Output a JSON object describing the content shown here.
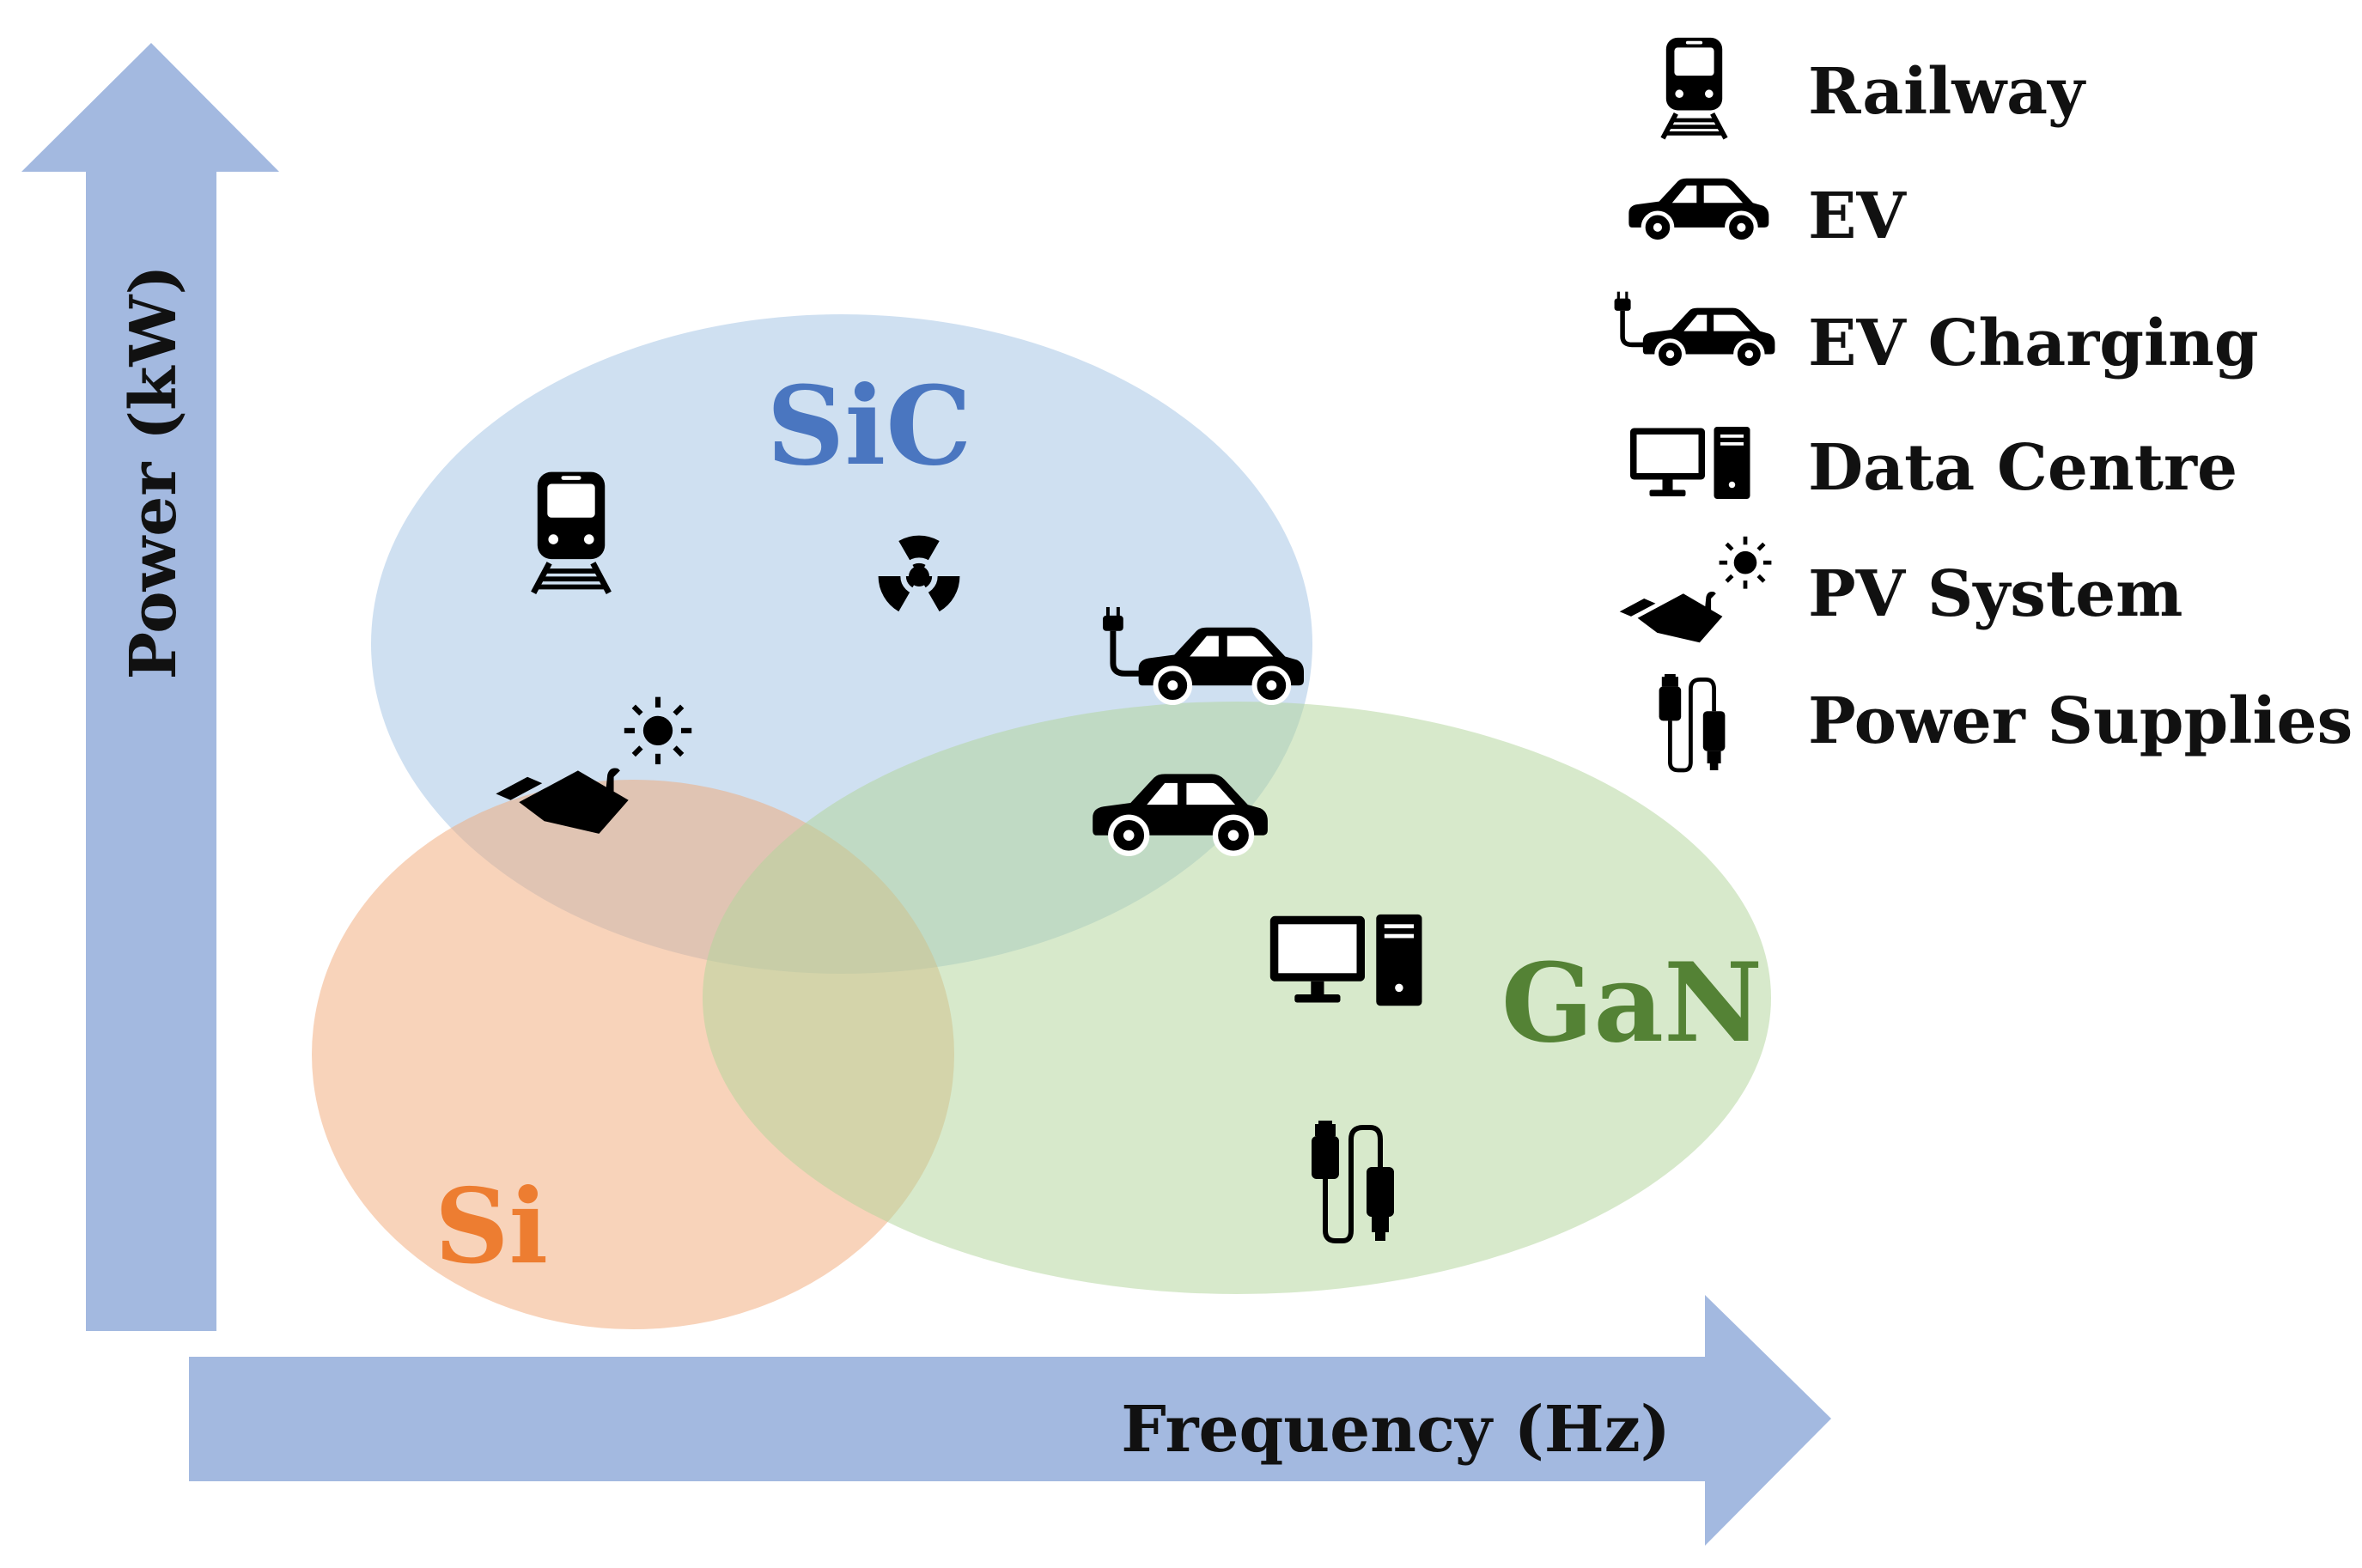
{
  "axes": {
    "y_label": "Power (kW)",
    "x_label": "Frequency (Hz)",
    "color": "#a3b9e0"
  },
  "regions": [
    {
      "id": "sic",
      "label": "SiC",
      "fill": "#cfe0f1",
      "text_color": "#4a76c0"
    },
    {
      "id": "si",
      "label": "Si",
      "fill": "#f5cfb4",
      "text_color": "#ed7d31"
    },
    {
      "id": "gan",
      "label": "GaN",
      "fill": "#d3e6c6",
      "text_color": "#548235"
    }
  ],
  "legend": {
    "items": [
      {
        "icon": "train-icon",
        "label": "Railway"
      },
      {
        "icon": "car-icon",
        "label": "EV"
      },
      {
        "icon": "ev-charging-icon",
        "label": "EV Charging"
      },
      {
        "icon": "computer-icon",
        "label": "Data Centre"
      },
      {
        "icon": "solar-panel-icon",
        "label": "PV System"
      },
      {
        "icon": "usb-cable-icon",
        "label": "Power Supplies"
      }
    ]
  },
  "diagram_icons": [
    "train-icon",
    "radiation-icon",
    "ev-charging-icon",
    "solar-panel-icon",
    "car-icon",
    "computer-icon",
    "usb-cable-icon"
  ]
}
